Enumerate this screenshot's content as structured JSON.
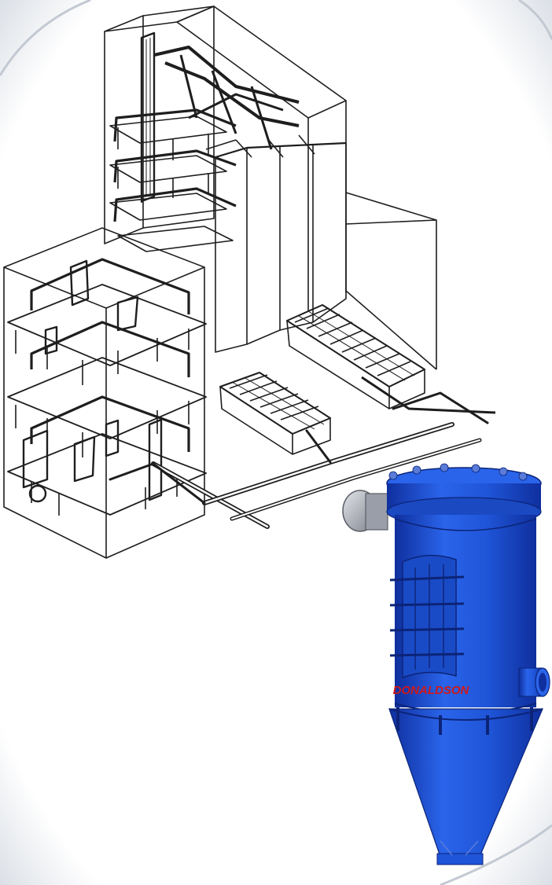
{
  "illustration": {
    "kind": "industrial plant 3D model illustration",
    "components": [
      {
        "id": "tower",
        "icon": "wireframe-tower-structure-icon"
      },
      {
        "id": "building",
        "icon": "wireframe-processing-building-icon"
      },
      {
        "id": "silos",
        "icon": "storage-bin-icon"
      },
      {
        "id": "grate_conveyor_upper",
        "icon": "grate-conveyor-icon"
      },
      {
        "id": "grate_conveyor_lower",
        "icon": "grate-conveyor-icon"
      },
      {
        "id": "piping",
        "icon": "pipe-network-icon"
      },
      {
        "id": "dust_collector",
        "icon": "cyclone-dust-collector-icon"
      }
    ],
    "colors": {
      "line": "#1e1e1e",
      "background": "#ffffff",
      "vignette": "#d7dce3",
      "collector_body": "#1f55d8",
      "collector_dark": "#0f2f9e",
      "collector_light": "#4a7bf0",
      "fan": "#b9bcc4",
      "logo_red": "#d01818"
    }
  },
  "dust_collector": {
    "logo_text": "DONALDSON"
  }
}
